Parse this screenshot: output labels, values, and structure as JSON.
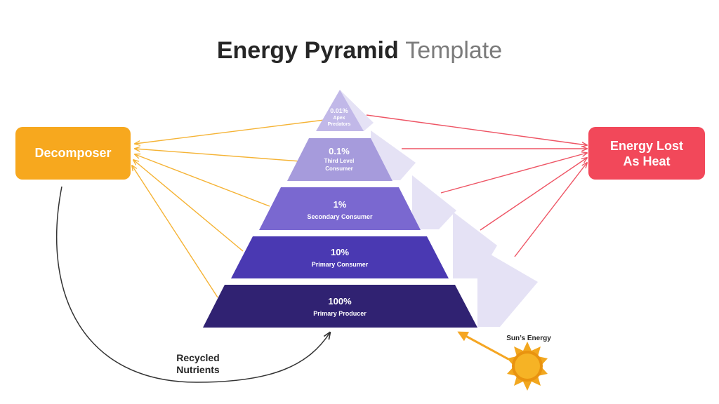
{
  "title": {
    "bold": "Energy Pyramid",
    "light": "Template"
  },
  "decomposer": {
    "label": "Decomposer",
    "color": "#f7a81e"
  },
  "heat": {
    "line1": "Energy Lost",
    "line2": "As Heat",
    "color": "#f2485a"
  },
  "tiers": [
    {
      "pct": "0.01%",
      "label_lines": [
        "Apex",
        "Predators"
      ],
      "color": "#c1b8e8"
    },
    {
      "pct": "0.1%",
      "label_lines": [
        "Third Level",
        "Consumer"
      ],
      "color": "#a69bdc"
    },
    {
      "pct": "1%",
      "label_lines": [
        "Secondary Consumer"
      ],
      "color": "#7a68d0"
    },
    {
      "pct": "10%",
      "label_lines": [
        "Primary Consumer"
      ],
      "color": "#4a39b2"
    },
    {
      "pct": "100%",
      "label_lines": [
        "Primary Producer"
      ],
      "color": "#302272"
    }
  ],
  "side_shade_color": "#e5e2f5",
  "recycled": {
    "line1": "Recycled",
    "line2": "Nutrients"
  },
  "sun": {
    "label": "Sun’s Energy",
    "color": "#f5a623"
  }
}
